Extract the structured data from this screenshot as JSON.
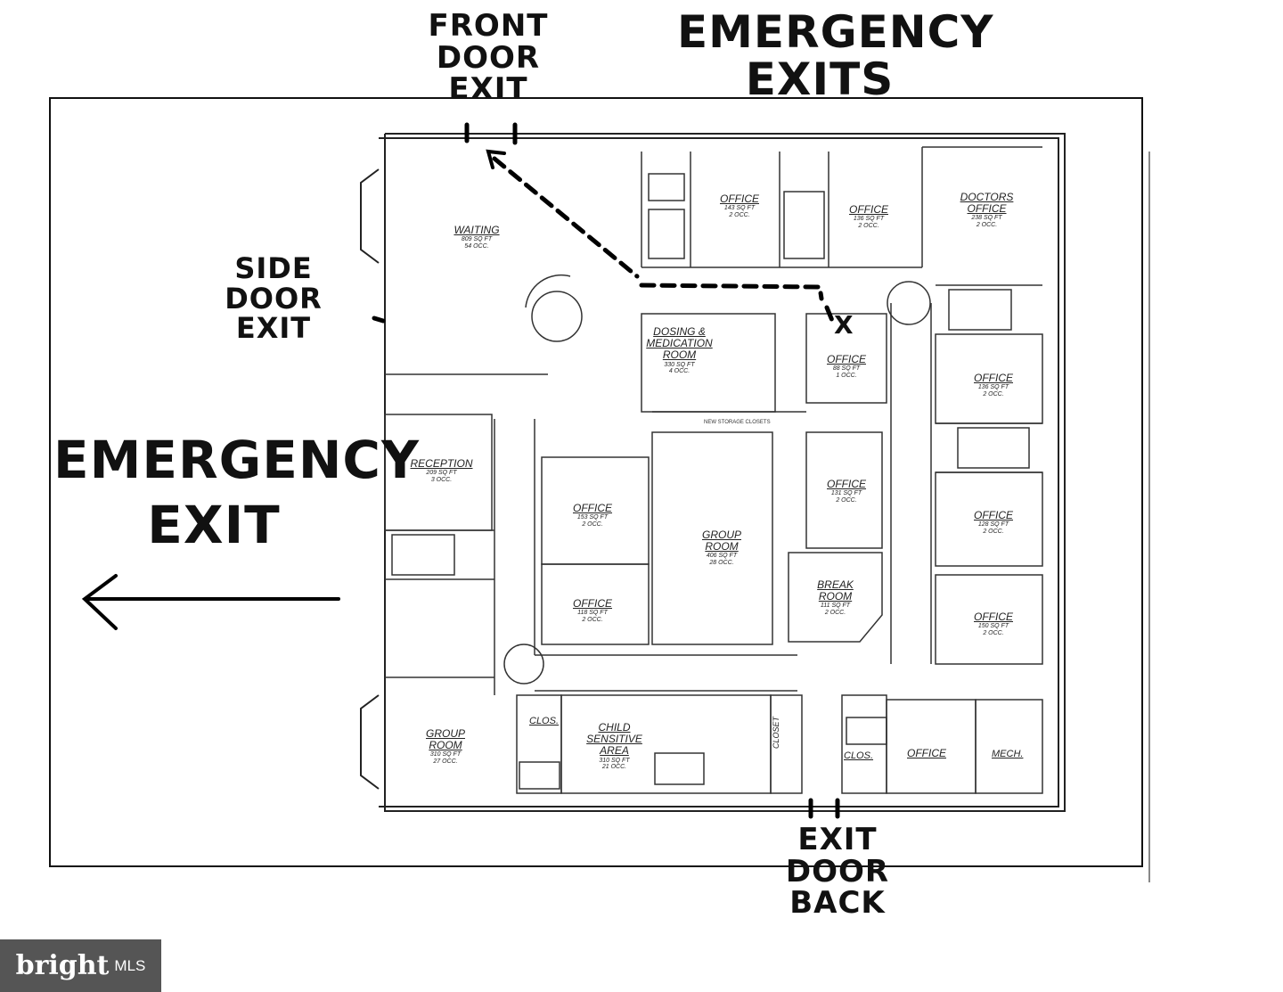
{
  "headings": {
    "front_door": [
      "FRONT",
      "DOOR",
      "EXIT"
    ],
    "emergency_exits": [
      "EMERGENCY",
      "EXITS"
    ],
    "side_door": [
      "SIDE",
      "DOOR",
      "EXIT"
    ],
    "emergency_exit": [
      "EMERGENCY",
      "EXIT"
    ],
    "exit_door_back": [
      "EXIT",
      "DOOR",
      "BACK"
    ],
    "x_mark": "X"
  },
  "rooms": {
    "waiting": {
      "name": "WAITING",
      "area": "809 SQ FT",
      "occ": "54 OCC."
    },
    "office_top1": {
      "name": "OFFICE",
      "area": "143 SQ FT",
      "occ": "2 OCC."
    },
    "office_top2": {
      "name": "OFFICE",
      "area": "136 SQ FT",
      "occ": "2 OCC."
    },
    "doctors_office": {
      "name": "DOCTORS OFFICE",
      "area": "238 SQ FT",
      "occ": "2 OCC."
    },
    "dosing": {
      "name": "DOSING & MEDICATION ROOM",
      "area": "330 SQ FT",
      "occ": "4 OCC."
    },
    "office_small": {
      "name": "OFFICE",
      "area": "88 SQ FT",
      "occ": "1 OCC."
    },
    "office_right1": {
      "name": "OFFICE",
      "area": "136 SQ FT",
      "occ": "2 OCC."
    },
    "reception": {
      "name": "RECEPTION",
      "area": "209 SQ FT",
      "occ": "3 OCC."
    },
    "office_mid1": {
      "name": "OFFICE",
      "area": "153 SQ FT",
      "occ": "2 OCC."
    },
    "group_room_center": {
      "name": "GROUP ROOM",
      "area": "406 SQ FT",
      "occ": "28 OCC."
    },
    "office_mid2": {
      "name": "OFFICE",
      "area": "131 SQ FT",
      "occ": "2 OCC."
    },
    "office_right2": {
      "name": "OFFICE",
      "area": "128 SQ FT",
      "occ": "2 OCC."
    },
    "office_lower": {
      "name": "OFFICE",
      "area": "118 SQ FT",
      "occ": "2 OCC."
    },
    "break_room": {
      "name": "BREAK ROOM",
      "area": "111 SQ FT",
      "occ": "2 OCC."
    },
    "office_right3": {
      "name": "OFFICE",
      "area": "150 SQ FT",
      "occ": "2 OCC."
    },
    "group_room_left": {
      "name": "GROUP ROOM",
      "area": "310 SQ FT",
      "occ": "27 OCC."
    },
    "child_area": {
      "name": "CHILD SENSITIVE AREA",
      "area": "310 SQ FT",
      "occ": "21 OCC."
    },
    "office_bottom": {
      "name": "OFFICE",
      "area": "",
      "occ": ""
    }
  },
  "small_labels": {
    "clos_left": "CLOS.",
    "clos_right": "CLOS.",
    "mech": "MECH.",
    "closet": "CLOSET",
    "new_storage": "NEW STORAGE CLOSETS"
  },
  "watermark": {
    "brand": "bright",
    "mls": "MLS"
  }
}
